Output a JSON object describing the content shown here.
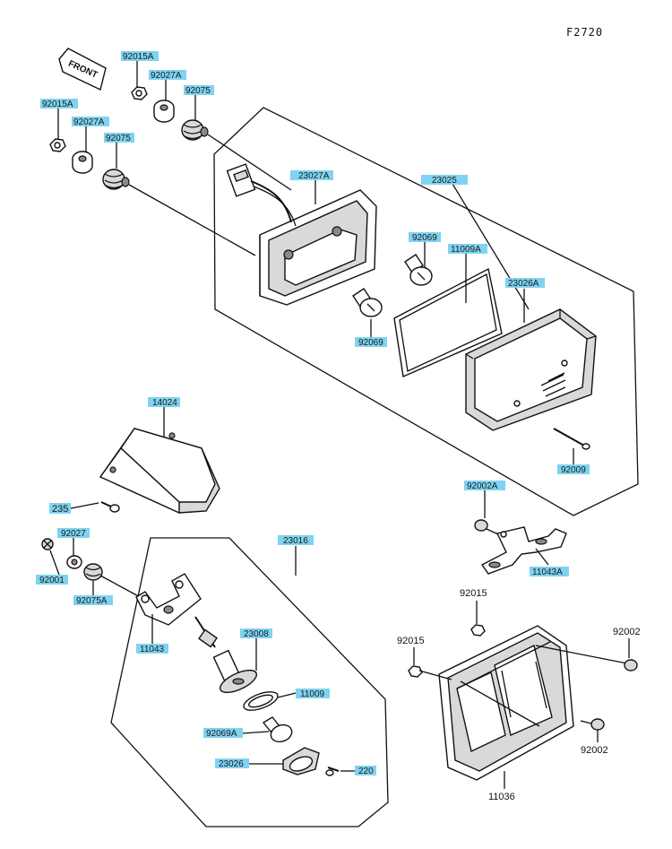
{
  "figure_code": "F2720",
  "direction_arrow": "FRONT",
  "labels": {
    "l_92015A_top": "92015A",
    "l_92027A_top": "92027A",
    "l_92075_top": "92075",
    "l_92015A_left": "92015A",
    "l_92027A_left": "92027A",
    "l_92075_left": "92075",
    "l_23027A": "23027A",
    "l_23025": "23025",
    "l_92069_top": "92069",
    "l_11009A": "11009A",
    "l_23026A": "23026A",
    "l_92069_bot": "92069",
    "l_92009": "92009",
    "l_14024": "14024",
    "l_235": "235",
    "l_92027": "92027",
    "l_92001": "92001",
    "l_92075A": "92075A",
    "l_23016": "23016",
    "l_11043": "11043",
    "l_23008": "23008",
    "l_11009": "11009",
    "l_92069A": "92069A",
    "l_23026": "23026",
    "l_220": "220",
    "l_92002A": "92002A",
    "l_11043A": "11043A",
    "l_11036": "11036"
  },
  "plain_labels": {
    "p_92015_a": "92015",
    "p_92015_b": "92015",
    "p_92002_a": "92002",
    "p_92002_b": "92002",
    "p_11036": "11036"
  }
}
